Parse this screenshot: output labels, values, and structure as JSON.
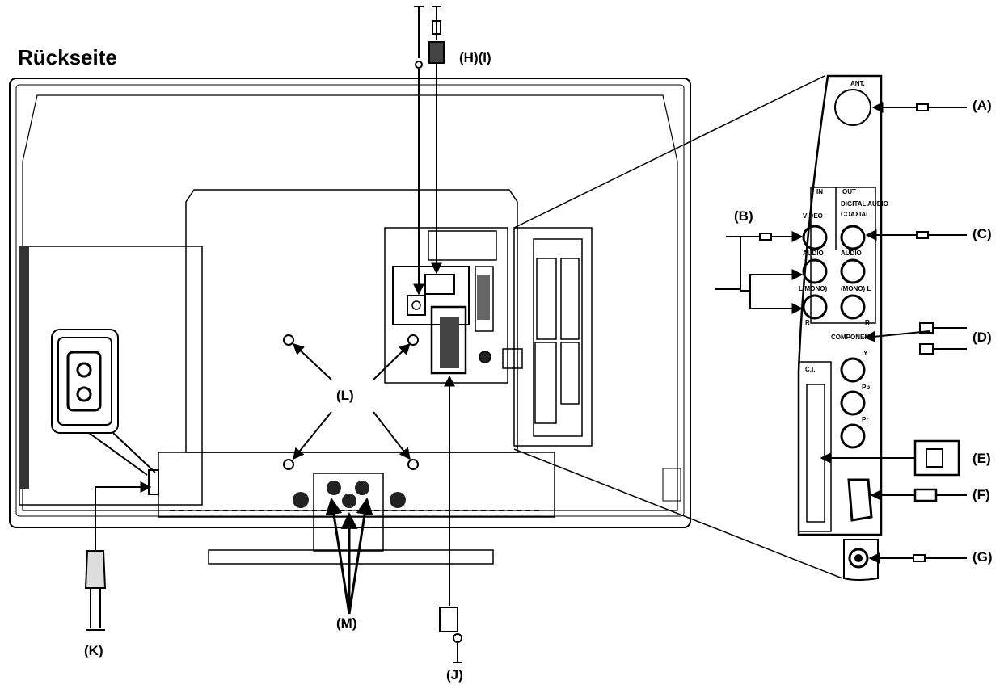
{
  "title": "Rückseite",
  "labels": {
    "A": "(A)",
    "B": "(B)",
    "C": "(C)",
    "D": "(D)",
    "E": "(E)",
    "F": "(F)",
    "G": "(G)",
    "HI": "(H)(I)",
    "J": "(J)",
    "K": "(K)",
    "L": "(L)",
    "M": "(M)"
  },
  "panel_text": {
    "ant": "ANT.",
    "in": "IN",
    "out": "OUT",
    "video": "VIDEO",
    "digital_audio": "DIGITAL AUDIO",
    "coaxial": "COAXIAL",
    "audio_in": "AUDIO",
    "audio_out": "AUDIO",
    "mono_l_in": "L(MONO)",
    "mono_l_out": "(MONO) L",
    "r_in": "R",
    "r_out": "R",
    "component": "COMPONENT",
    "y": "Y",
    "pb": "Pb",
    "pr": "Pr",
    "ci": "C.I."
  }
}
